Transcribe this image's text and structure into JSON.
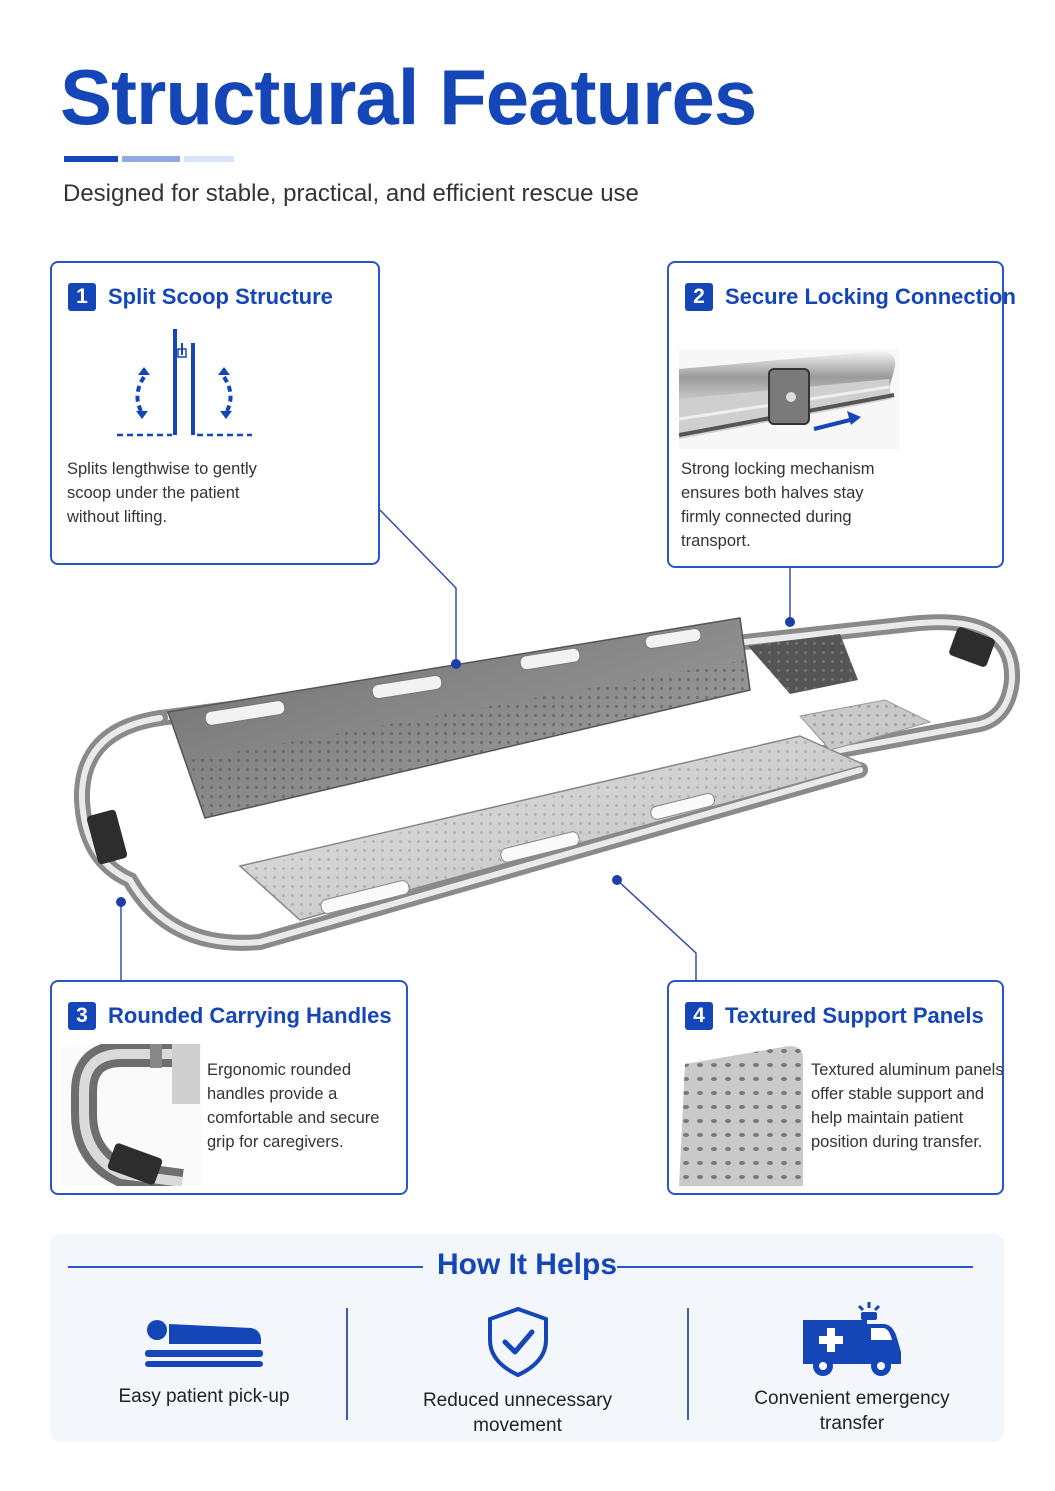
{
  "header": {
    "title": "Structural Features",
    "subtitle": "Designed for stable, practical, and efficient rescue use"
  },
  "features": [
    {
      "number": "1",
      "title": "Split Scoop Structure",
      "text": "Splits lengthwise to gently scoop under the patient without lifting."
    },
    {
      "number": "2",
      "title": "Secure Locking Connection",
      "text": "Strong locking mechanism ensures both halves stay firmly connected during transport."
    },
    {
      "number": "3",
      "title": "Rounded Carrying Handles",
      "text": "Ergonomic rounded handles provide a comfortable and secure grip for caregivers."
    },
    {
      "number": "4",
      "title": "Textured Support Panels",
      "text": "Textured aluminum panels offer stable support and help maintain patient position during transfer."
    }
  ],
  "helps": {
    "title": "How It Helps",
    "items": [
      {
        "label": "Easy patient pick-up",
        "icon": "lying-patient-icon"
      },
      {
        "label": "Reduced unnecessary movement",
        "icon": "shield-check-icon"
      },
      {
        "label": "Convenient emergency transfer",
        "icon": "ambulance-icon"
      }
    ]
  },
  "colors": {
    "accent": "#1446b8",
    "border": "#2a55c4",
    "panel": "#f3f6fb"
  }
}
